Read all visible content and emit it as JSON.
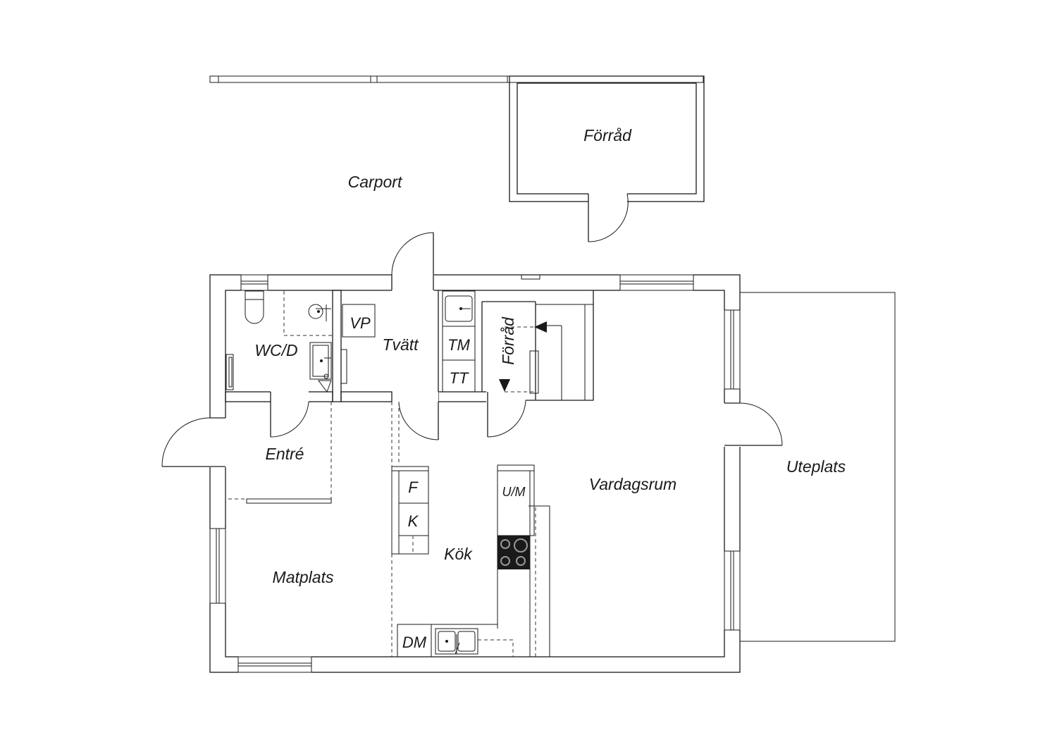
{
  "plan": {
    "rooms": {
      "carport": "Carport",
      "forrad_outside": "Förråd",
      "wc_d": "WC/D",
      "tvatt": "Tvätt",
      "forrad_inside": "Förråd",
      "entre": "Entré",
      "matplats": "Matplats",
      "kok": "Kök",
      "vardagsrum": "Vardagsrum",
      "uteplats": "Uteplats"
    },
    "appliances": {
      "vp": "VP",
      "tm": "TM",
      "tt": "TT",
      "f": "F",
      "k": "K",
      "um": "U/M",
      "dm": "DM"
    }
  }
}
